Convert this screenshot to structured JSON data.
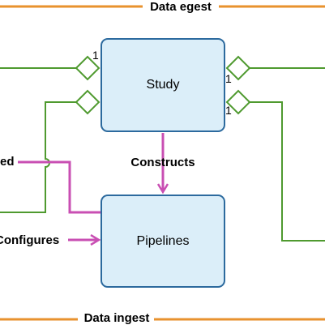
{
  "nodes": {
    "study": "Study",
    "pipelines": "Pipelines"
  },
  "boundaries": {
    "top": "Data egest",
    "bottom": "Data ingest"
  },
  "edges": {
    "constructs": "Constructs",
    "configures": "Configures",
    "cut_left_label": "ed"
  },
  "multiplicities": {
    "study_left": "1",
    "study_right_upper": "1",
    "study_right_lower": "1"
  },
  "colors": {
    "node_fill": "#dbeef9",
    "node_stroke": "#2c6a9e",
    "boundary_line": "#e8922e",
    "aggregation_line": "#4f9a2f",
    "dependency_line": "#c94fb3"
  }
}
